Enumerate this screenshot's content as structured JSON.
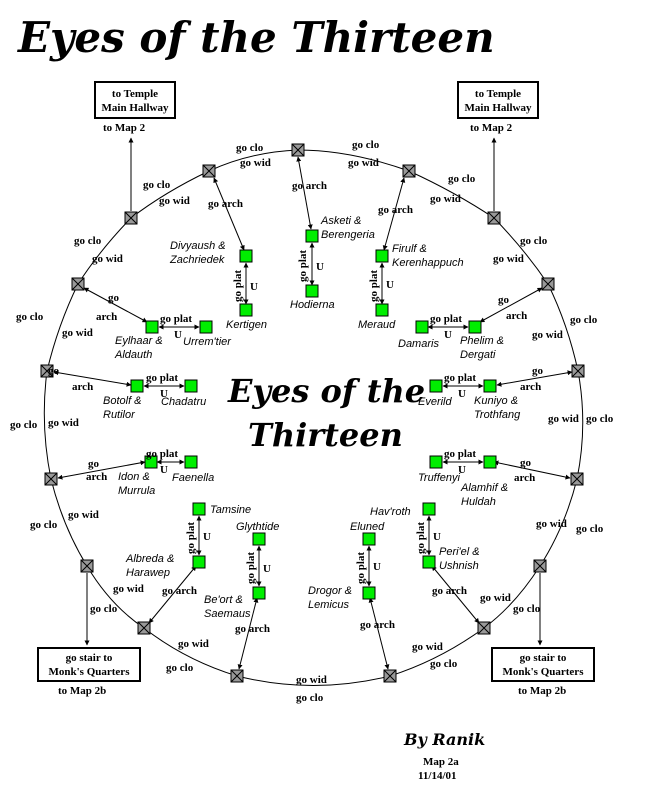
{
  "title": "Eyes of the Thirteen",
  "center_title_line1": "Eyes of the",
  "center_title_line2": "Thirteen",
  "boxes": {
    "top_left": {
      "line1": "to Temple",
      "line2": "Main Hallway",
      "below": "to Map 2"
    },
    "top_right": {
      "line1": "to Temple",
      "line2": "Main Hallway",
      "below": "to Map 2"
    },
    "bottom_left": {
      "line1": "go stair to",
      "line2": "Monk's Quarters",
      "below": "to Map 2b"
    },
    "bottom_right": {
      "line1": "go stair to",
      "line2": "Monk's Quarters",
      "below": "to Map 2b"
    }
  },
  "signature": "By Ranik",
  "map_label": "Map 2a",
  "map_date": "11/14/01",
  "names": {
    "asketi": "Asketi &",
    "berengeria": "Berengeria",
    "hodierna": "Hodierna",
    "divyaush": "Divyaush &",
    "zachriedek": "Zachriedek",
    "kertigen": "Kertigen",
    "firulf": "Firulf &",
    "kerenhappuch": "Kerenhappuch",
    "meraud": "Meraud",
    "eylhaar": "Eylhaar &",
    "aldauth": "Aldauth",
    "urremtier": "Urrem'tier",
    "damaris": "Damaris",
    "phelim": "Phelim &",
    "dergati": "Dergati",
    "botolf": "Botolf &",
    "rutilor": "Rutilor",
    "chadatru": "Chadatru",
    "everild": "Everild",
    "kuniyo": "Kuniyo &",
    "trothfang": "Trothfang",
    "idon": "Idon &",
    "murrula": "Murrula",
    "faenella": "Faenella",
    "truffenyi": "Truffenyi",
    "alamhif": "Alamhif &",
    "huldah": "Huldah",
    "tamsine": "Tamsine",
    "albreda": "Albreda &",
    "harawep": "Harawep",
    "glythtide": "Glythtide",
    "beort": "Be'ort &",
    "saemaus": "Saemaus",
    "eluned": "Eluned",
    "drogor": "Drogor &",
    "lemicus": "Lemicus",
    "havroth": "Hav'roth",
    "periel": "Peri'el &",
    "ushnish": "Ushnish"
  },
  "commands": {
    "go_clo": "go clo",
    "go_wid": "go wid",
    "go_arch": "go arch",
    "go": "go",
    "arch": "arch",
    "go_plat": "go plat",
    "u": "U"
  }
}
